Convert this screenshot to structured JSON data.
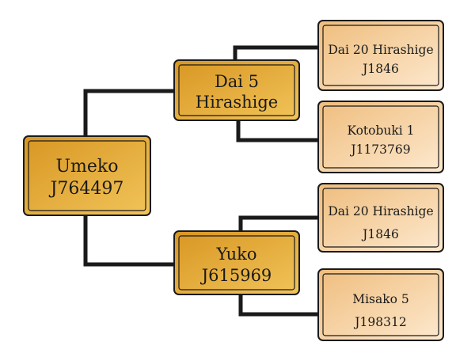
{
  "colors": {
    "gold_dark": "#d89622",
    "gold_light": "#f1c45a",
    "tan_dark": "#efbd7d",
    "tan_light": "#fde9cf",
    "line": "#1a1a1a"
  },
  "pedigree": {
    "root": {
      "name": "Umeko",
      "id": "J764497"
    },
    "parents": [
      {
        "name_line1": "Dai 5",
        "name_line2": "Hirashige"
      },
      {
        "name": "Yuko",
        "id": "J615969"
      }
    ],
    "grandparents": [
      {
        "name": "Dai 20 Hirashige",
        "id": "J1846"
      },
      {
        "name": "Kotobuki 1",
        "id": "J1173769"
      },
      {
        "name": "Dai 20 Hirashige",
        "id": "J1846"
      },
      {
        "name": "Misako 5",
        "id": "J198312"
      }
    ]
  }
}
